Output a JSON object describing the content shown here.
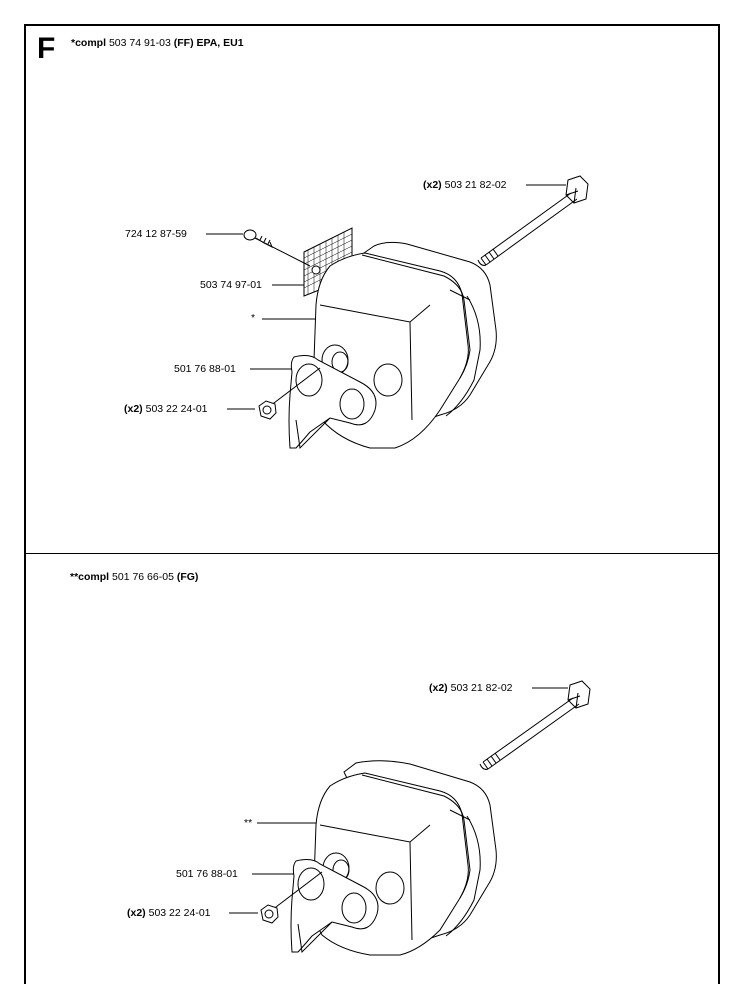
{
  "section": {
    "letter": "F"
  },
  "assembly_top": {
    "title_prefix": "*compl",
    "title_number": "503 74 91-03",
    "title_suffix": "(FF) EPA, EU1",
    "labels": {
      "bolt_qty": "(x2)",
      "bolt": "503 21 82-02",
      "screw": "724 12 87-59",
      "screen": "503 74 97-01",
      "muffler_mark": "*",
      "plate": "501 76 88-01",
      "nut_qty": "(x2)",
      "nut": "503 22 24-01"
    }
  },
  "assembly_bottom": {
    "title_prefix": "**compl",
    "title_number": "501 76 66-05",
    "title_suffix": "(FG)",
    "labels": {
      "bolt_qty": "(x2)",
      "bolt": "503 21 82-02",
      "muffler_mark": "**",
      "plate": "501 76 88-01",
      "nut_qty": "(x2)",
      "nut": "503 22 24-01"
    }
  }
}
